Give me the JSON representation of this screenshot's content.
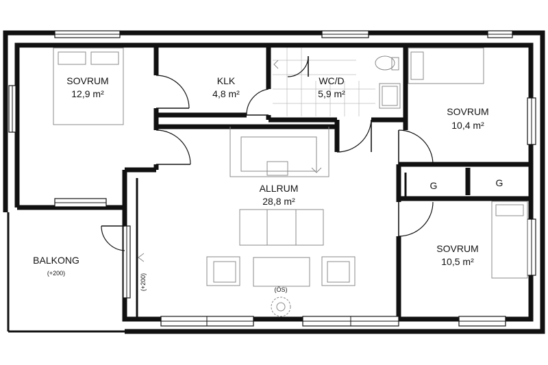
{
  "rooms": {
    "sovrum_nw": {
      "name": "SOVRUM",
      "area": "12,9 m²"
    },
    "klk": {
      "name": "KLK",
      "area": "4,8 m²"
    },
    "wcd": {
      "name": "WC/D",
      "area": "5,9 m²"
    },
    "sovrum_ne": {
      "name": "SOVRUM",
      "area": "10,4 m²"
    },
    "allrum": {
      "name": "ALLRUM",
      "area": "28,8 m²"
    },
    "sovrum_se": {
      "name": "SOVRUM",
      "area": "10,5 m²"
    },
    "balkong": {
      "name": "BALKONG",
      "note": "(+200)"
    },
    "garderob_1": {
      "name": "G"
    },
    "garderob_2": {
      "name": "G"
    }
  },
  "annotations": {
    "level_mark": "(+200)",
    "os_label": "(ÖS)"
  }
}
